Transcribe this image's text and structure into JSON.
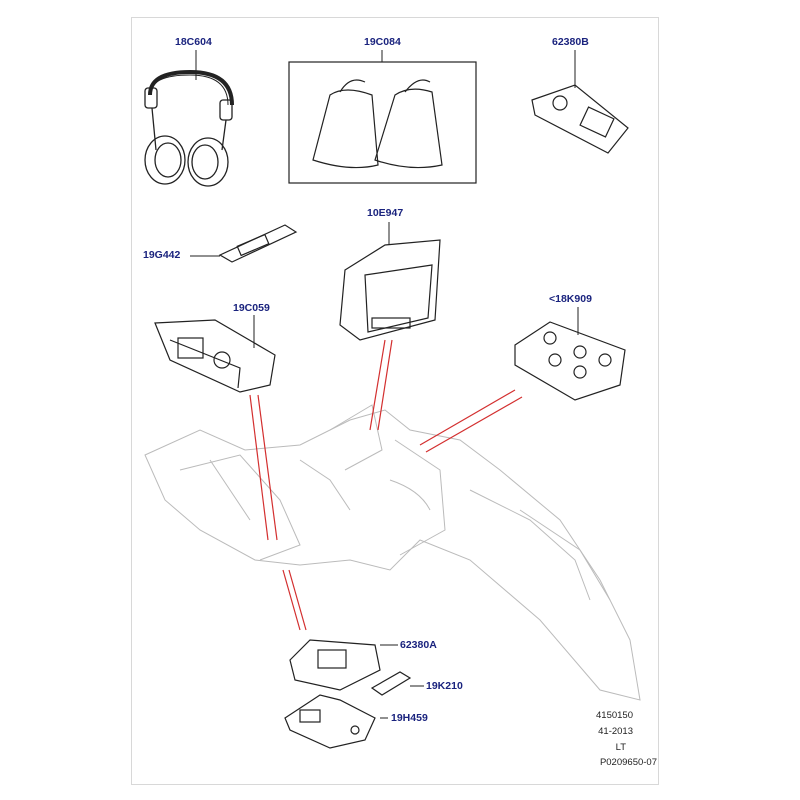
{
  "parts": {
    "headphones": "18C604",
    "storage_bags": "19C084",
    "remote_control": "62380B",
    "cover_trim": "19G442",
    "dvd_screen": "10E947",
    "switch_panel_rear": "19C059",
    "control_module": "<18K909",
    "media_unit": "62380A",
    "battery_cover": "19K210",
    "mounting_bracket": "19H459"
  },
  "footer": {
    "code": "4150150",
    "date": "41-2013",
    "region": "LT",
    "illustration_id": "P0209650-07"
  },
  "colors": {
    "label": "#1a237e",
    "line": "#222222",
    "leader_red": "#d32f2f",
    "vehicle_outline": "#bbbbbb"
  }
}
